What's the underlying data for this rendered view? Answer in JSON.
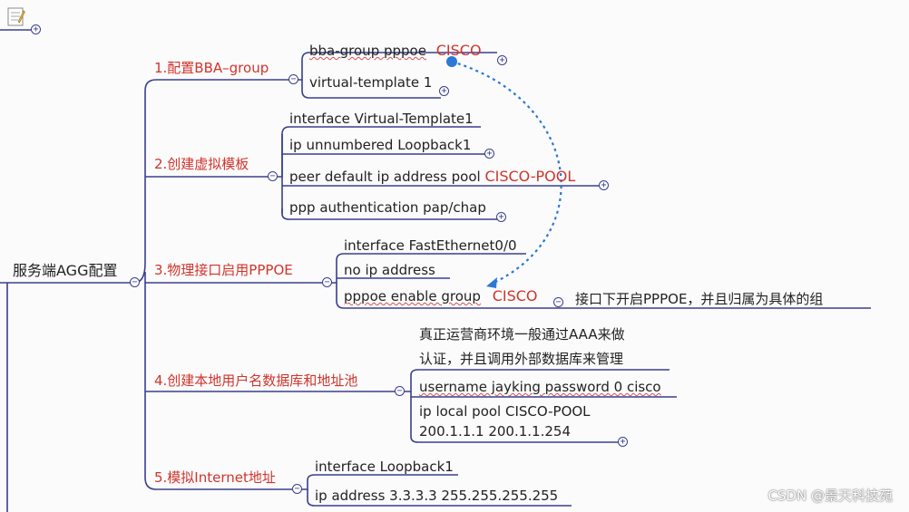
{
  "root": {
    "label": "服务端AGG配置"
  },
  "branches": [
    {
      "label": "1.配置BBA–group",
      "items": [
        {
          "text": "bba-group pppoe",
          "highlight": "CISCO"
        },
        {
          "text": "virtual-template 1"
        }
      ]
    },
    {
      "label": "2.创建虚拟模板",
      "items": [
        {
          "text": "interface Virtual-Template1"
        },
        {
          "text": "ip unnumbered Loopback1"
        },
        {
          "text": "peer default ip address pool",
          "highlight": "CISCO-POOL"
        },
        {
          "text": "ppp authentication pap/chap"
        }
      ]
    },
    {
      "label": "3.物理接口启用PPPOE",
      "items": [
        {
          "text": "interface FastEthernet0/0"
        },
        {
          "text": "no ip address"
        },
        {
          "text": "pppoe enable group",
          "highlight": "CISCO",
          "note": "接口下开启PPPOE，并且归属为具体的组"
        }
      ]
    },
    {
      "label": "4.创建本地用户名数据库和地址池",
      "items": [
        {
          "text": "真正运营商环境一般通过AAA来做",
          "text2": "认证，并且调用外部数据库来管理"
        },
        {
          "text": "username jayking password 0 cisco"
        },
        {
          "text": "ip local pool CISCO-POOL",
          "text2": "200.1.1.1 200.1.1.254"
        }
      ]
    },
    {
      "label": "5.模拟Internet地址",
      "items": [
        {
          "text": "interface Loopback1"
        },
        {
          "text": "ip address 3.3.3.3 255.255.255.255"
        }
      ]
    }
  ],
  "watermark": "CSDN @景天科技苑",
  "colors": {
    "line": "#3a3f8c",
    "accent": "#d0342c",
    "arrow": "#2b78d6"
  }
}
